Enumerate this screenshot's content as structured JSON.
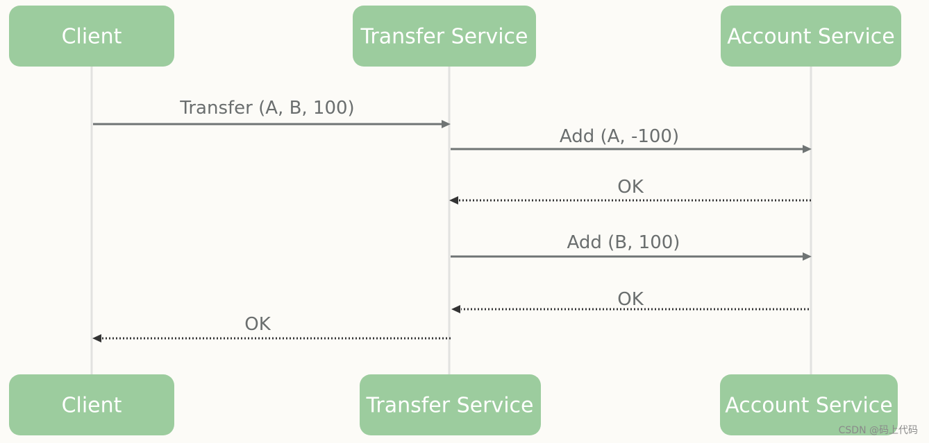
{
  "participants_top": [
    {
      "id": "client",
      "label": "Client"
    },
    {
      "id": "transfer",
      "label": "Transfer Service"
    },
    {
      "id": "account",
      "label": "Account Service"
    }
  ],
  "participants_bottom": [
    {
      "id": "client",
      "label": "Client"
    },
    {
      "id": "transfer",
      "label": "Transfer Service"
    },
    {
      "id": "account",
      "label": "Account Service"
    }
  ],
  "messages": [
    {
      "from": "client",
      "to": "transfer",
      "label": "Transfer (A, B, 100)",
      "style": "solid"
    },
    {
      "from": "transfer",
      "to": "account",
      "label": "Add (A, -100)",
      "style": "solid"
    },
    {
      "from": "account",
      "to": "transfer",
      "label": "OK",
      "style": "dotted"
    },
    {
      "from": "transfer",
      "to": "account",
      "label": "Add (B, 100)",
      "style": "solid"
    },
    {
      "from": "account",
      "to": "transfer",
      "label": "OK",
      "style": "dotted"
    },
    {
      "from": "transfer",
      "to": "client",
      "label": "OK",
      "style": "dotted"
    }
  ],
  "watermark": "CSDN @码上代码",
  "colors": {
    "box": "#9ccc9e",
    "box_text": "#ffffff",
    "solid_line": "#6f7474",
    "dotted_line": "#333333",
    "lifeline": "#e2e2e0",
    "background": "#fcfbf7"
  }
}
